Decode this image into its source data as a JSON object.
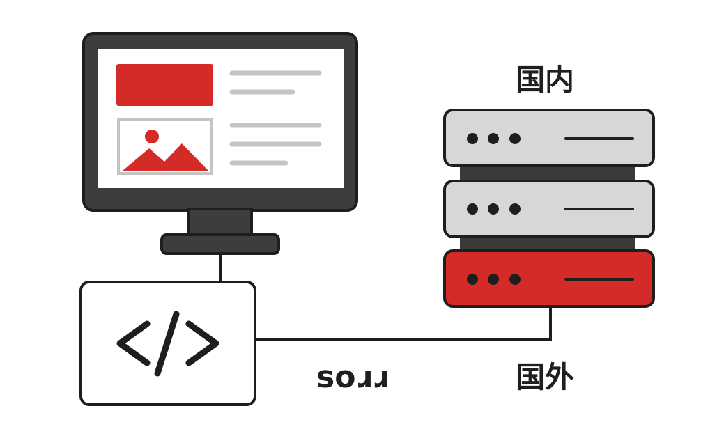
{
  "diagram": {
    "labels": {
      "domestic": "国内",
      "overseas": "国外",
      "mirrored": "ѕоɹɹ"
    },
    "colors": {
      "accent_red": "#d42a28",
      "outline": "#1e1e1e",
      "screen_frame": "#3d3d3d",
      "server_gray": "#d7d7d7",
      "placeholder_line": "#c4c4c4",
      "background": "#ffffff"
    },
    "components": {
      "monitor": {
        "icon": "monitor-icon"
      },
      "code_box": {
        "icon": "code-icon"
      },
      "server_stack": {
        "icon": "server-stack-icon",
        "units": 3,
        "highlighted_unit": "bottom"
      }
    }
  }
}
